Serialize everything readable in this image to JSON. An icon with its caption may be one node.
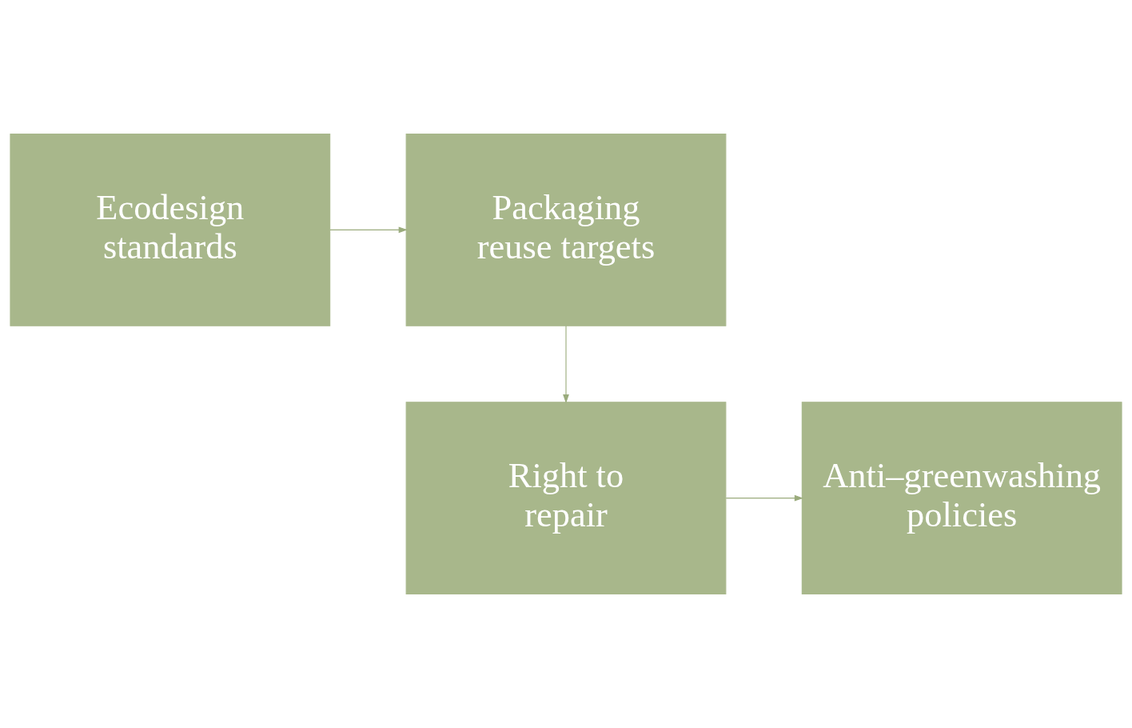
{
  "diagram": {
    "nodes": [
      {
        "text": [
          "Ecodesign standards"
        ]
      },
      {
        "text": [
          "Packaging reuse targets"
        ]
      },
      {
        "text": [
          "Right to repair"
        ]
      },
      {
        "text": [
          "Anti–greenwashing policies"
        ]
      }
    ],
    "edges": [
      {
        "from": 0,
        "to": 1,
        "arrow": "to"
      },
      {
        "from": 1,
        "to": 2,
        "arrow": "to"
      },
      {
        "from": 2,
        "to": 3,
        "arrow": "to"
      }
    ]
  }
}
